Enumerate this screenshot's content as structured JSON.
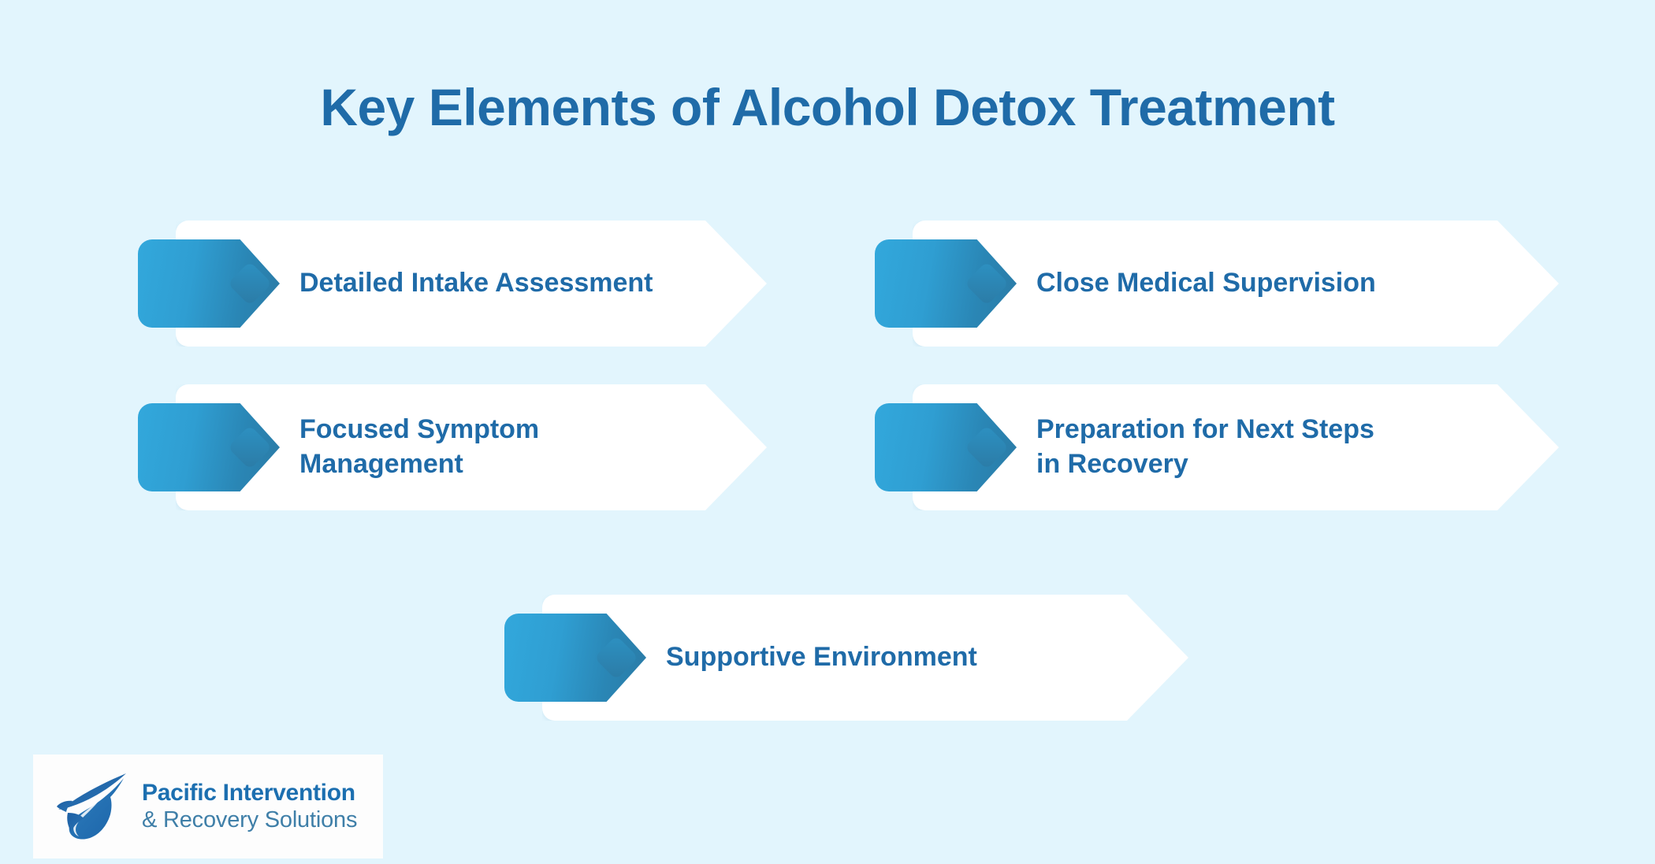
{
  "page": {
    "title": "Key Elements of Alcohol Detox Treatment",
    "background_color": "#e2f5fd",
    "accent_color": "#1f6ba8",
    "badge_gradient_from": "#32a8dc",
    "badge_gradient_to": "#2b7ba6",
    "banner_color": "#ffffff"
  },
  "cards": [
    {
      "id": "detailed-intake-assessment",
      "label": "Detailed Intake Assessment"
    },
    {
      "id": "close-medical-supervision",
      "label": "Close Medical Supervision"
    },
    {
      "id": "focused-symptom-management",
      "label": "Focused Symptom\nManagement"
    },
    {
      "id": "preparation-next-steps",
      "label": "Preparation for Next Steps\nin Recovery"
    },
    {
      "id": "supportive-environment",
      "label": "Supportive Environment"
    }
  ],
  "logo": {
    "mark": "bird-swoosh-icon",
    "name_primary": "Pacific Intervention",
    "name_secondary": "& Recovery Solutions",
    "primary_color": "#1c6fb0",
    "secondary_color": "#3f7fa8"
  }
}
